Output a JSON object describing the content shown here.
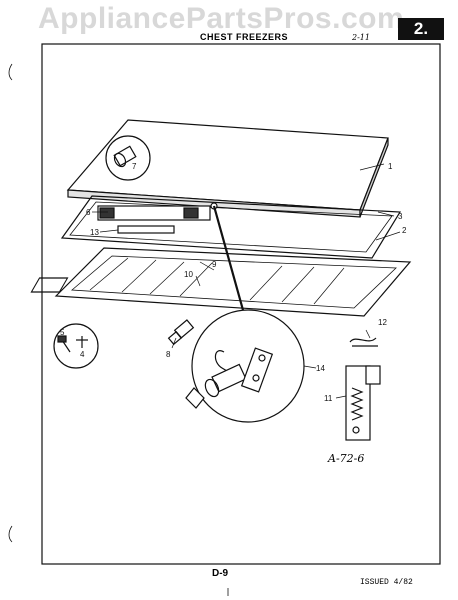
{
  "watermark": "AppliancePartsPros.com",
  "section_tab": "2.",
  "header": {
    "title": "CHEST FREEZERS",
    "page_code": "2-11"
  },
  "footer": {
    "page_id": "D-9",
    "issued": "ISSUED 4/82"
  },
  "subassembly_code": "A-72-6",
  "callouts": [
    "1",
    "2",
    "3",
    "4",
    "5",
    "6",
    "7",
    "8",
    "9",
    "10",
    "11",
    "12",
    "13",
    "14"
  ]
}
